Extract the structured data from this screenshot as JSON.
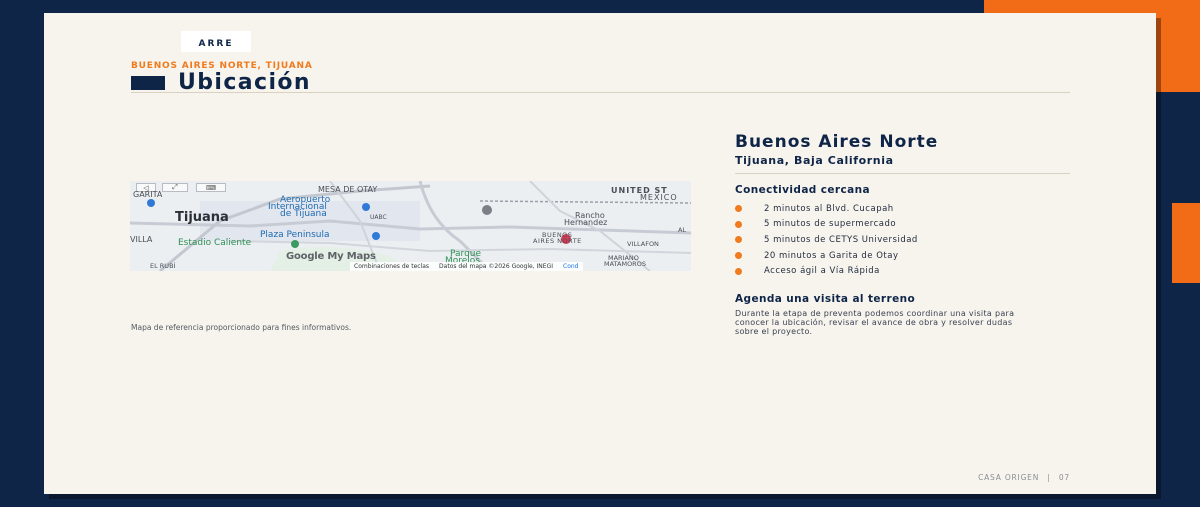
{
  "colors": {
    "navy": "#0f2548",
    "orange": "#f07a1e",
    "paper": "#f7f4ee"
  },
  "brand": {
    "logo_text": "ARRE"
  },
  "header": {
    "kicker": "BUENOS AIRES NORTE, TIJUANA",
    "title": "Ubicación"
  },
  "map": {
    "labels": {
      "garita": "GARITA",
      "mesa": "MESA DE OTAY",
      "us": "UNITED ST",
      "mexico": "MEXICO",
      "aeropuerto1": "Aeropuerto",
      "aeropuerto2": "Internacional",
      "aeropuerto3": "de Tijuana",
      "city": "Tijuana",
      "uabc": "UABC",
      "rancho": "Rancho",
      "hernandez": "Hernandez",
      "plaza": "Plaza Peninsula",
      "estadio": "Estadio Caliente",
      "villa": "VILLA",
      "buenos": "BUENOS",
      "aires": "AIRES NORTE",
      "villafon": "VILLAFON",
      "parque1": "Parque",
      "parque2": "Morelos",
      "mariano": "MARIANO",
      "matamoros": "MATAMOROS",
      "rubi": "EL RUBÍ",
      "al": "AL",
      "google": "Google My Maps"
    },
    "footer": {
      "shortcuts": "Combinaciones de teclas",
      "data": "Datos del mapa ©2026 Google, INEGI",
      "cond": "Cond"
    },
    "caption": "Mapa de referencia proporcionado para fines informativos."
  },
  "side": {
    "title": "Buenos Aires Norte",
    "subtitle": "Tijuana, Baja California",
    "connectivity_title": "Conectividad cercana",
    "connectivity": [
      "2 minutos al Blvd. Cucapah",
      "5 minutos de supermercado",
      "5 minutos de CETYS Universidad",
      "20 minutos a Garita de Otay",
      "Acceso ágil a Vía Rápida"
    ],
    "visit_title": "Agenda una visita al terreno",
    "visit_text": "Durante la etapa de preventa podemos coordinar una visita para conocer la ubicación, revisar el avance de obra y resolver dudas sobre el proyecto."
  },
  "footer": {
    "brand": "CASA ORIGEN",
    "separator": "|",
    "page": "07"
  }
}
